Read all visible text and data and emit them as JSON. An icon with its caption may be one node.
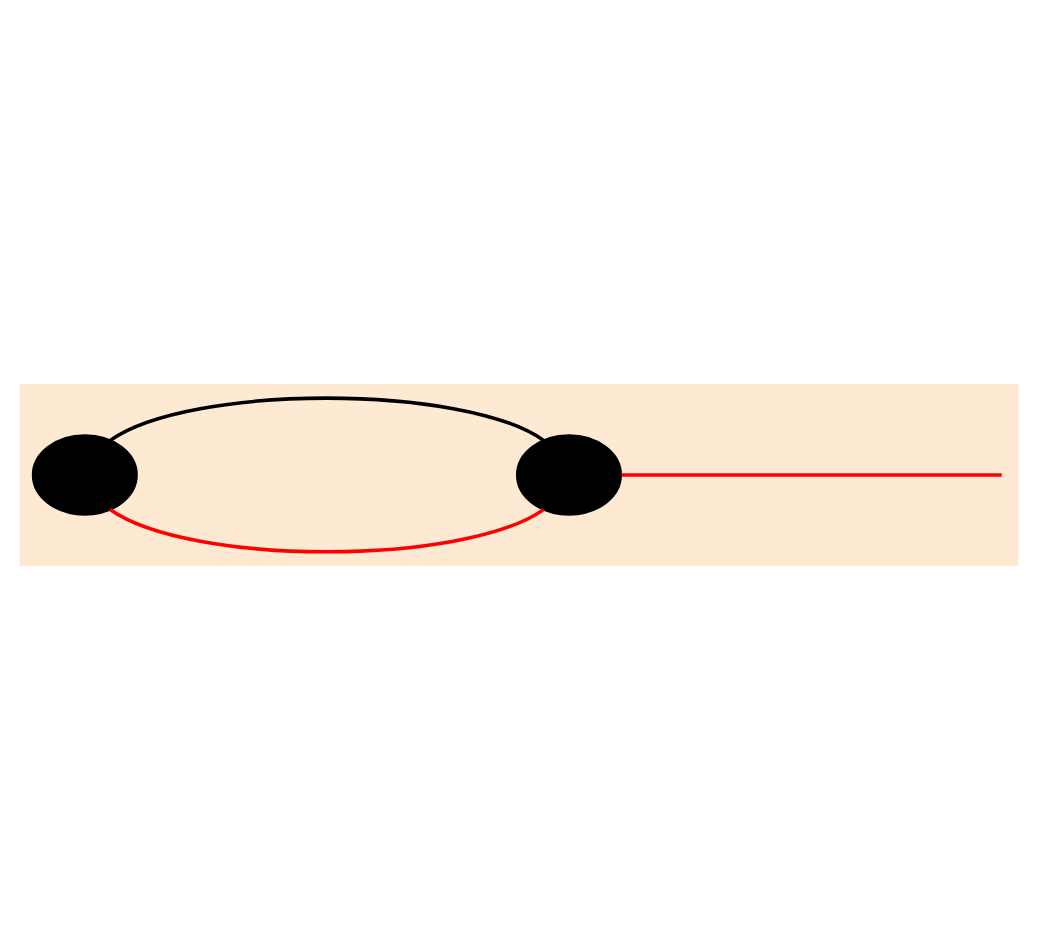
{
  "diagram": {
    "nodes": [
      {
        "text": [],
        "shape": "circle"
      },
      {
        "text": [],
        "shape": "circle"
      }
    ],
    "edges": [
      {
        "from": 0,
        "to": 1,
        "arrow": "none",
        "color": "#ff0000"
      },
      {
        "from": 0,
        "to": 1,
        "arrow": "none",
        "color": "#000000"
      },
      {
        "from": 1,
        "to": null,
        "arrow": "none",
        "color": "#ff0000"
      }
    ]
  }
}
